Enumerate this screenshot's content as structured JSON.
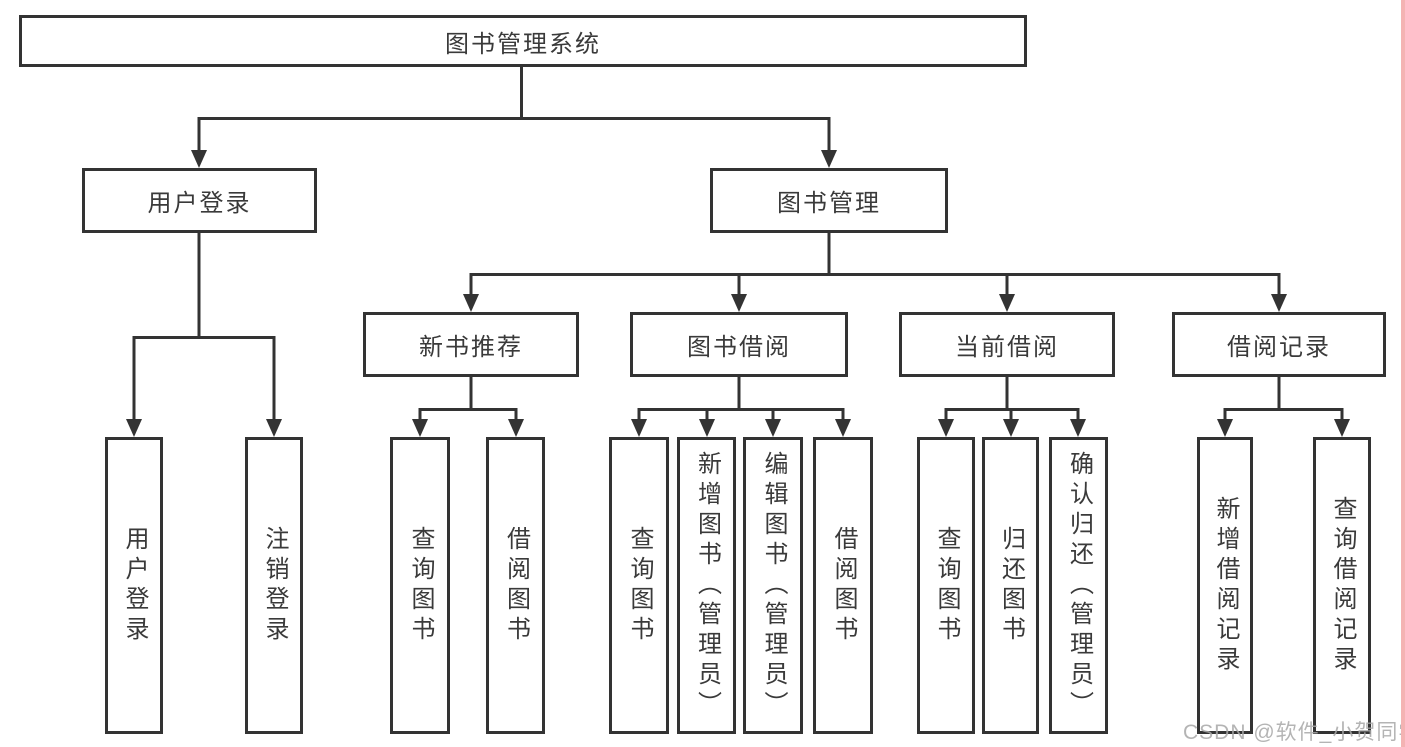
{
  "tree": {
    "root": {
      "label": "图书管理系统"
    },
    "branches": [
      {
        "label": "用户登录",
        "children": [
          {
            "label": "用户登录"
          },
          {
            "label": "注销登录"
          }
        ]
      },
      {
        "label": "图书管理",
        "children": [
          {
            "label": "新书推荐",
            "children": [
              {
                "label": "查询图书"
              },
              {
                "label": "借阅图书"
              }
            ]
          },
          {
            "label": "图书借阅",
            "children": [
              {
                "label": "查询图书"
              },
              {
                "label": "新增图书（管理员）"
              },
              {
                "label": "编辑图书（管理员）"
              },
              {
                "label": "借阅图书"
              }
            ]
          },
          {
            "label": "当前借阅",
            "children": [
              {
                "label": "查询图书"
              },
              {
                "label": "归还图书"
              },
              {
                "label": "确认归还（管理员）"
              }
            ]
          },
          {
            "label": "借阅记录",
            "children": [
              {
                "label": "新增借阅记录"
              },
              {
                "label": "查询借阅记录"
              }
            ]
          }
        ]
      }
    ]
  },
  "watermark": {
    "text": "CSDN @软件_小贺同学"
  },
  "colors": {
    "line": "#333333",
    "text": "#3a3a3a",
    "watermark": "#a8a8a8",
    "accent_strip": "#f4b3b3",
    "background": "#ffffff"
  }
}
